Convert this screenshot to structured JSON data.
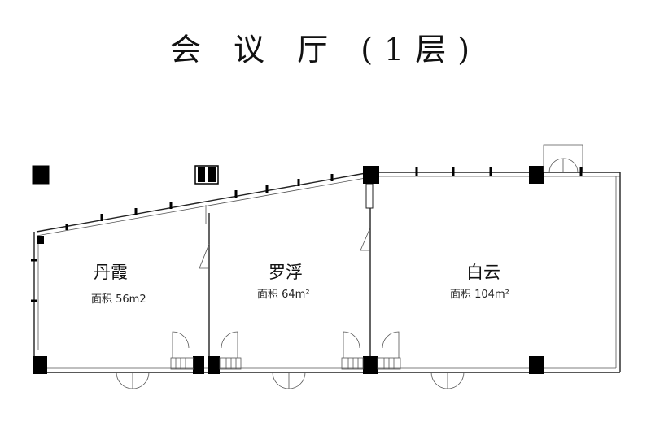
{
  "title": "会 议 厅 (1层)",
  "rooms": [
    {
      "name": "丹霞",
      "area": "面积 56m2"
    },
    {
      "name": "罗浮",
      "area": "面积 64m²"
    },
    {
      "name": "白云",
      "area": "面积 104m²"
    }
  ]
}
